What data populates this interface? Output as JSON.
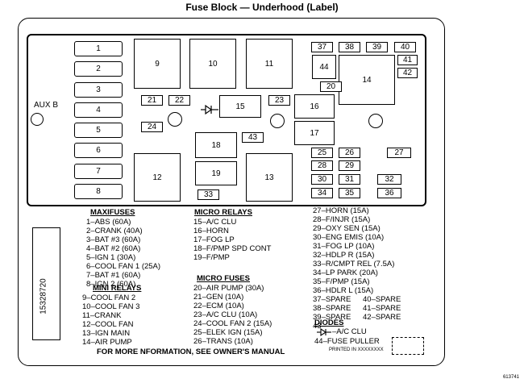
{
  "title": "Fuse Block — Underhood (Label)",
  "aux_label": "AUX B",
  "serial": "15328720",
  "part_code": "613741",
  "printed": "PRINTED IN XXXXXXXX",
  "footer": "FOR MORE NFORMATION, SEE OWNER'S MANUAL",
  "maxi_numbers": [
    "1",
    "2",
    "3",
    "4",
    "5",
    "6",
    "7",
    "8"
  ],
  "relay_boxes": [
    "9",
    "10",
    "11",
    "12",
    "13",
    "14",
    "15",
    "16",
    "17",
    "18",
    "19",
    "44"
  ],
  "fuse_boxes": [
    "20",
    "21",
    "22",
    "23",
    "24",
    "25",
    "26",
    "27",
    "28",
    "29",
    "30",
    "31",
    "32",
    "33",
    "34",
    "35",
    "36",
    "37",
    "38",
    "39",
    "40",
    "41",
    "42",
    "43"
  ],
  "legend": {
    "maxi_head": "MAXIFUSES",
    "maxi": [
      "1–ABS (60A)",
      "2–CRANK (40A)",
      "3–BAT #3 (60A)",
      "4–BAT #2 (60A)",
      "5–IGN 1 (30A)",
      "6–COOL FAN 1 (25A)",
      "7–BAT #1 (60A)",
      "8–IGN 2 (60A)"
    ],
    "mini_relay_head": "MINI RELAYS",
    "mini_relays": [
      "9–COOL FAN 2",
      "10–COOL FAN 3",
      "11–CRANK",
      "12–COOL FAN",
      "13–IGN MAIN",
      "14–AIR PUMP"
    ],
    "micro_relay_head": "MICRO RELAYS",
    "micro_relays": [
      "15–A/C CLU",
      "16–HORN",
      "17–FOG LP",
      "18–F/PMP SPD CONT",
      "19–F/PMP"
    ],
    "micro_fuse_head": "MICRO FUSES",
    "micro_fuses": [
      "20–AIR PUMP (30A)",
      "21–GEN (10A)",
      "22–ECM (10A)",
      "23–A/C CLU (10A)",
      "24–COOL FAN 2 (15A)",
      "25–ELEK IGN (15A)",
      "26–TRANS (10A)"
    ],
    "right_fuses": [
      "27–HORN (15A)",
      "28–F/INJR (15A)",
      "29–OXY SEN (15A)",
      "30–ENG EMIS (10A)",
      "31–FOG LP (10A)",
      "32–HDLP R (15A)",
      "33–R/CMPT REL (7.5A)",
      "34–LP PARK (20A)",
      "35–F/PMP (15A)",
      "36–HDLR L (15A)"
    ],
    "spare_left": [
      "37–SPARE",
      "38–SPARE",
      "39–SPARE"
    ],
    "spare_right": [
      "40–SPARE",
      "41–SPARE",
      "42–SPARE"
    ],
    "item43": "43–",
    "diode_head": "DIODES",
    "diode_item": "–A/C CLU",
    "puller": "44–FUSE PULLER"
  }
}
